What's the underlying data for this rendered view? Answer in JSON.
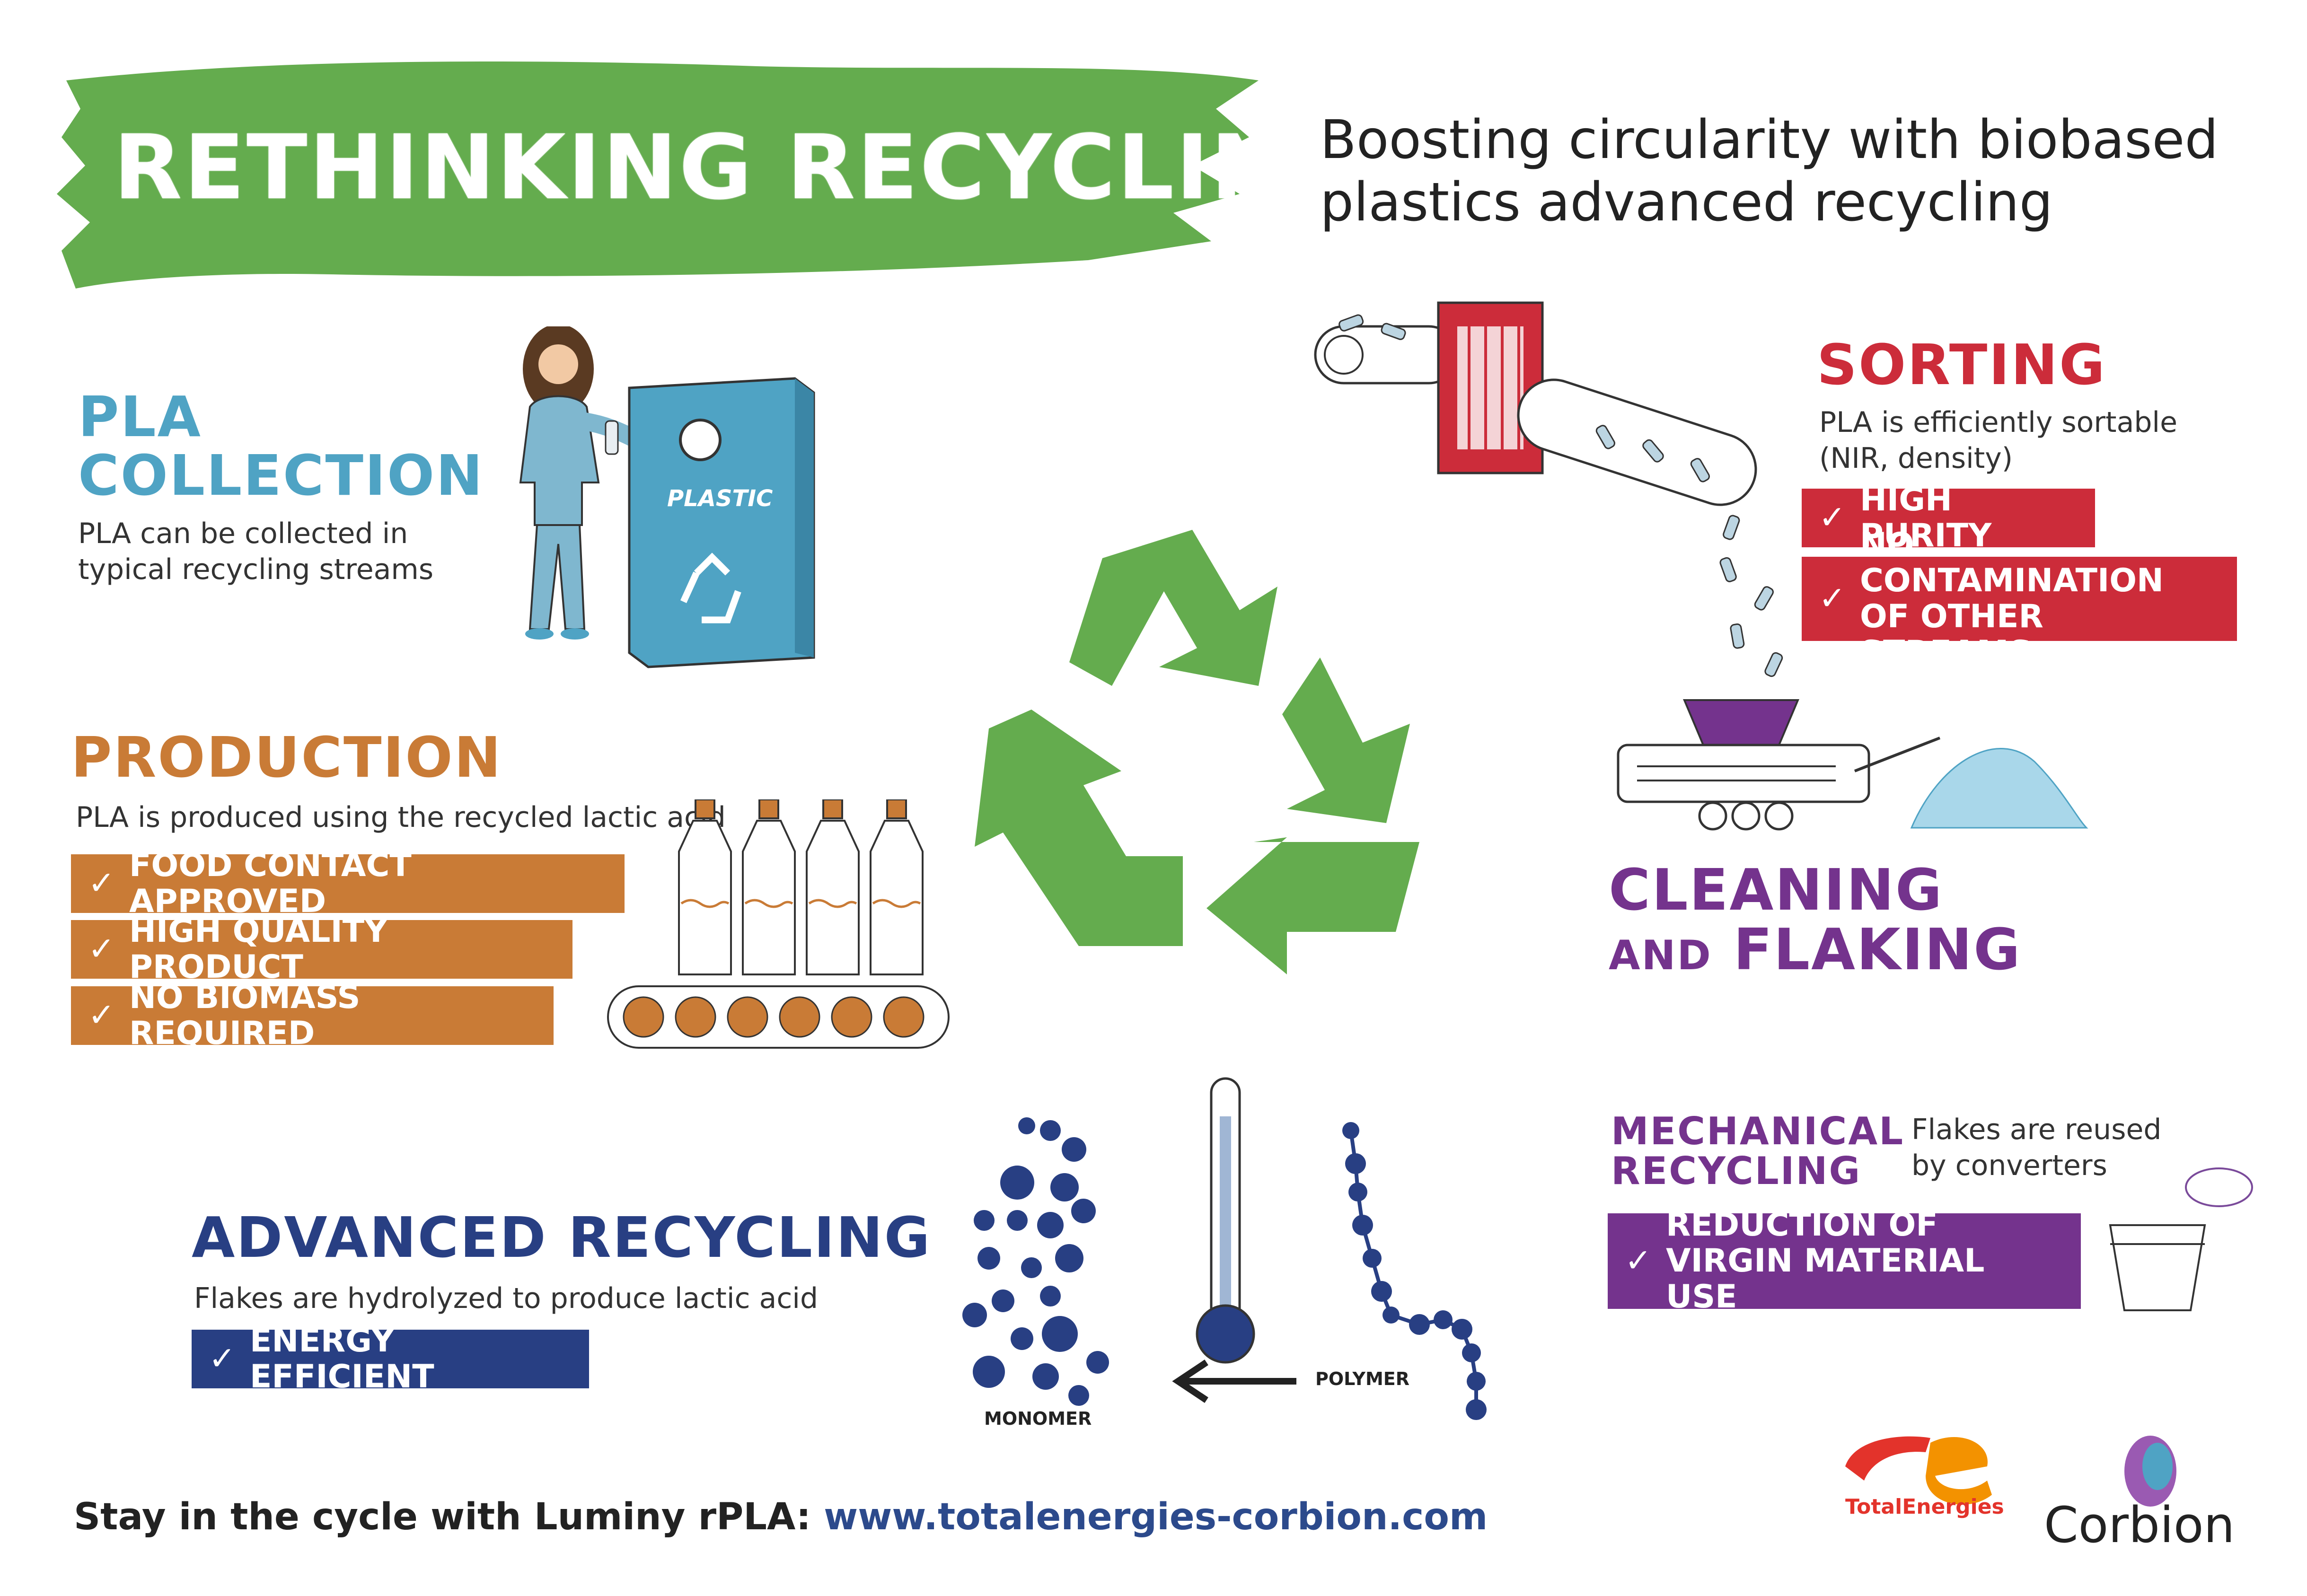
{
  "title": "RETHINKING RECYCLING",
  "subtitle": "Boosting circularity with biobased plastics advanced recycling",
  "collection": {
    "title_line1": "PLA",
    "title_line2": "COLLECTION",
    "text": "PLA can be collected in typical recycling streams",
    "bin_label": "PLASTIC"
  },
  "production": {
    "title": "PRODUCTION",
    "text": "PLA is produced using the recycled lactic acid",
    "tags": [
      "FOOD CONTACT APPROVED",
      "HIGH QUALITY PRODUCT",
      "NO BIOMASS REQUIRED"
    ]
  },
  "sorting": {
    "title": "SORTING",
    "text": "PLA is efficiently sortable (NIR, density)",
    "tags": [
      "HIGH PURITY",
      "NO CONTAMINATION OF OTHER STREAMS"
    ]
  },
  "cleaning": {
    "title_line1_a": "CLEANING",
    "title_line2_a": "AND",
    "title_line2_b": "FLAKING"
  },
  "mechanical": {
    "title_line1": "MECHANICAL",
    "title_line2": "RECYCLING",
    "text": "Flakes are reused by converters",
    "tag": "REDUCTION OF VIRGIN MATERIAL USE"
  },
  "advanced": {
    "title": "ADVANCED RECYCLING",
    "text": "Flakes are hydrolyzed to produce lactic acid",
    "tag": "ENERGY EFFICIENT",
    "monomer_label": "MONOMER",
    "polymer_label": "POLYMER"
  },
  "check_glyph": "✓",
  "footer": {
    "prefix": "Stay in the cycle with Luminy rPLA: ",
    "url": "www.totalenergies-corbion.com"
  },
  "logos": {
    "totalenergies": "TotalEnergies",
    "corbion": "Corbion"
  },
  "colors": {
    "green": "#64ac4e",
    "teal": "#4fa3c4",
    "orange": "#c97b36",
    "red": "#cc2c3a",
    "purple": "#74338d",
    "navy": "#283f83"
  }
}
